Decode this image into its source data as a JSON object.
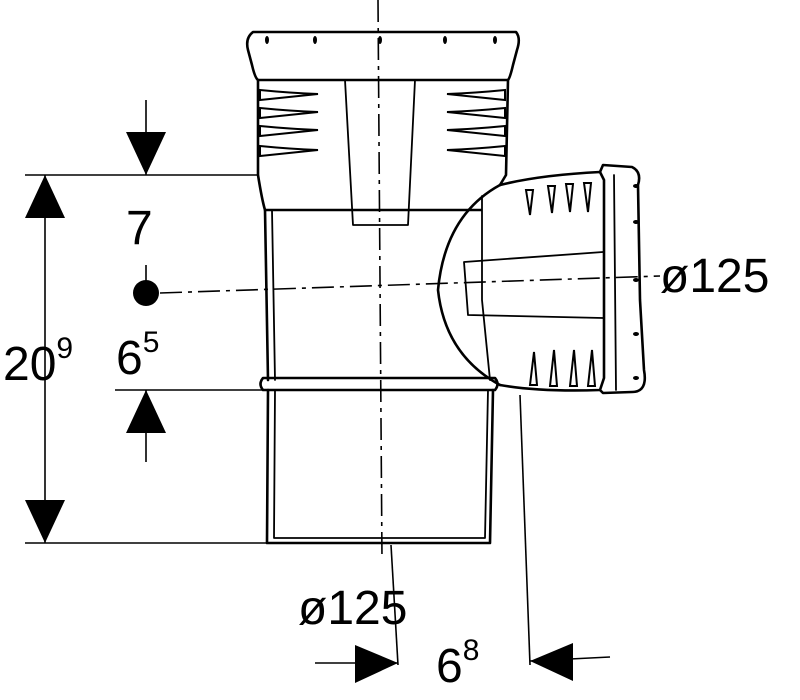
{
  "diagram": {
    "labels": {
      "overall_height": {
        "base": "20",
        "sup": "9"
      },
      "upper_offset": {
        "base": "7"
      },
      "lower_offset": {
        "base": "6",
        "sup": "5"
      },
      "branch_diameter": "ø125",
      "main_diameter": "ø125",
      "branch_offset": {
        "base": "6",
        "sup": "8"
      }
    }
  }
}
